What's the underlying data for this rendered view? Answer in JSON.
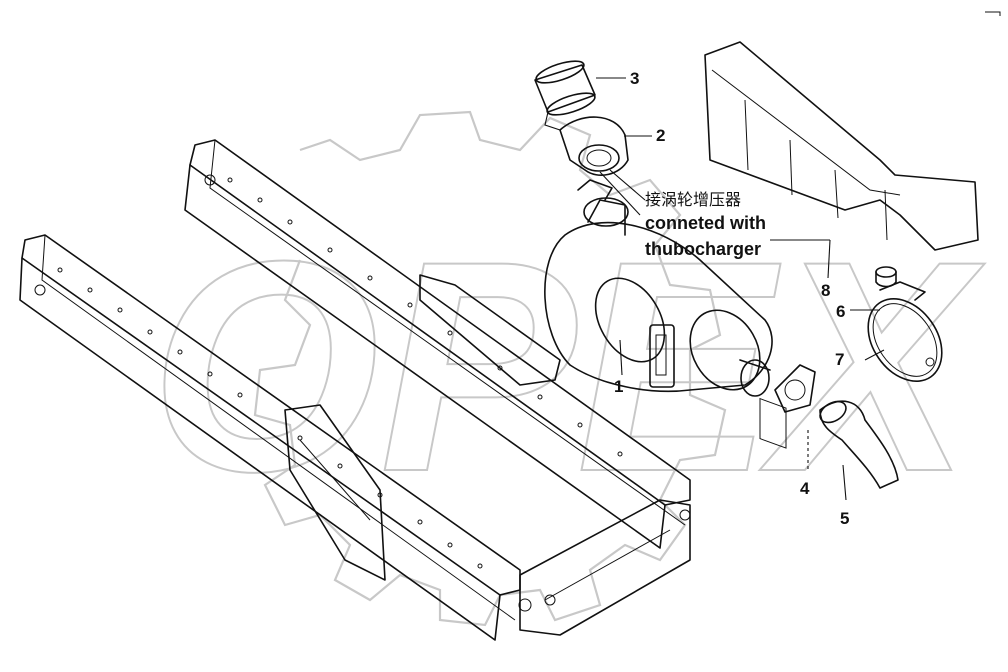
{
  "diagram": {
    "note": {
      "chinese": "接涡轮增压器",
      "english_line1": "conneted with",
      "english_line2": "thubocharger"
    },
    "callouts": [
      {
        "id": "1",
        "label": "1"
      },
      {
        "id": "2",
        "label": "2"
      },
      {
        "id": "3",
        "label": "3"
      },
      {
        "id": "4",
        "label": "4"
      },
      {
        "id": "5",
        "label": "5"
      },
      {
        "id": "6",
        "label": "6"
      },
      {
        "id": "7",
        "label": "7"
      },
      {
        "id": "8",
        "label": "8"
      }
    ],
    "watermark_text": "OPEX",
    "colors": {
      "line": "#111111",
      "watermark": "#c8c8c8",
      "background": "#ffffff"
    }
  }
}
